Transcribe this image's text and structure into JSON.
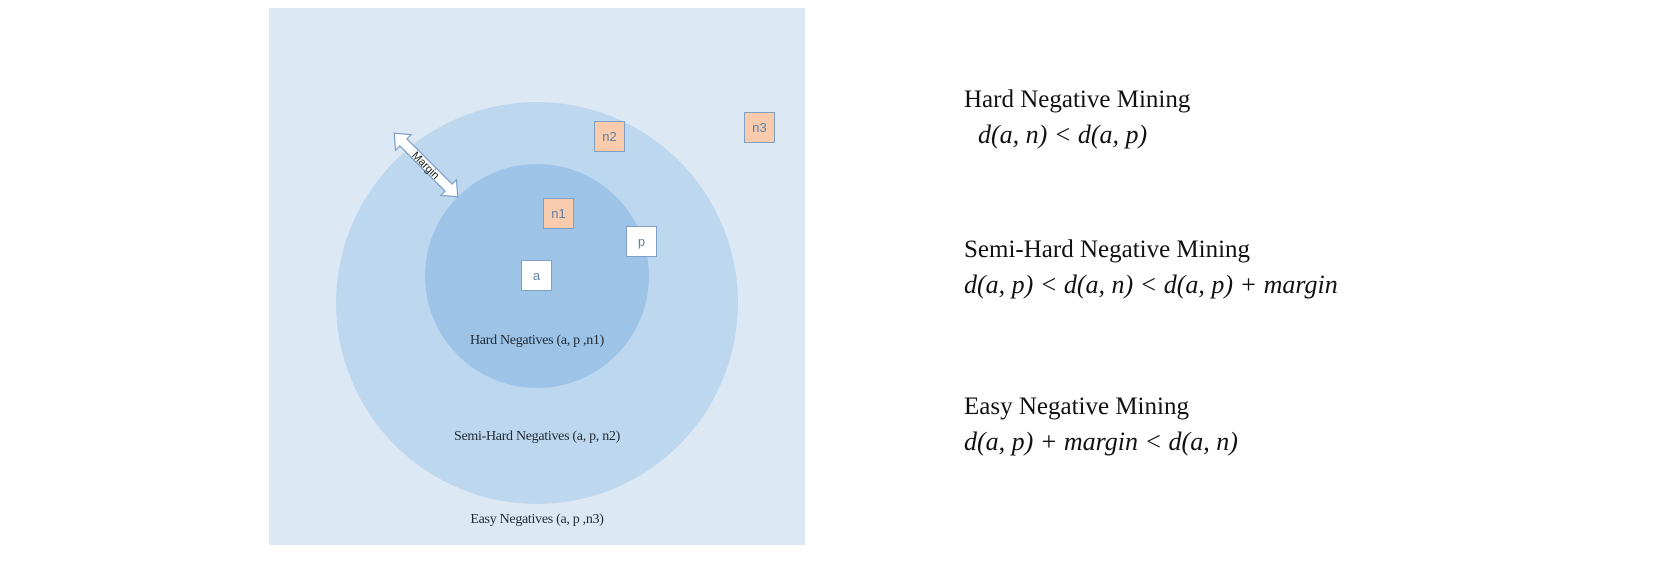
{
  "diagram": {
    "points": {
      "a": "a",
      "p": "p",
      "n1": "n1",
      "n2": "n2",
      "n3": "n3"
    },
    "margin_label": "Margin",
    "zones": {
      "hard": "Hard Negatives (a, p ,n1)",
      "semi_hard": "Semi-Hard Negatives (a, p, n2)",
      "easy": "Easy Negatives (a, p ,n3)"
    },
    "colors": {
      "background": "#dde8f5",
      "outer_circle": "#bdd7ee",
      "inner_circle": "#9dc3e6",
      "negative": "#f8cbad"
    }
  },
  "definitions": [
    {
      "title": "Hard Negative Mining",
      "formula": "d(a, n) < d(a, p)"
    },
    {
      "title": "Semi-Hard Negative Mining",
      "formula": "d(a, p) < d(a, n) < d(a, p) + margin"
    },
    {
      "title": "Easy Negative Mining",
      "formula": "d(a, p) + margin < d(a, n)"
    }
  ]
}
